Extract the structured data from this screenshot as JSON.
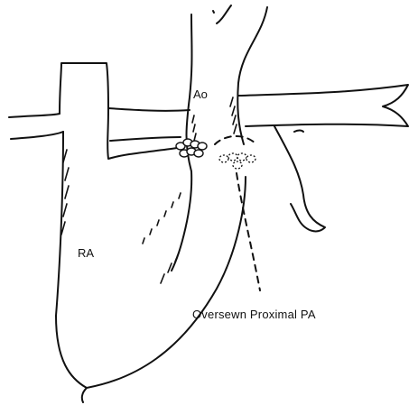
{
  "diagram": {
    "labels": {
      "aorta": "Ao",
      "right_atrium": "RA",
      "caption": "Oversewn Proximal PA"
    }
  }
}
